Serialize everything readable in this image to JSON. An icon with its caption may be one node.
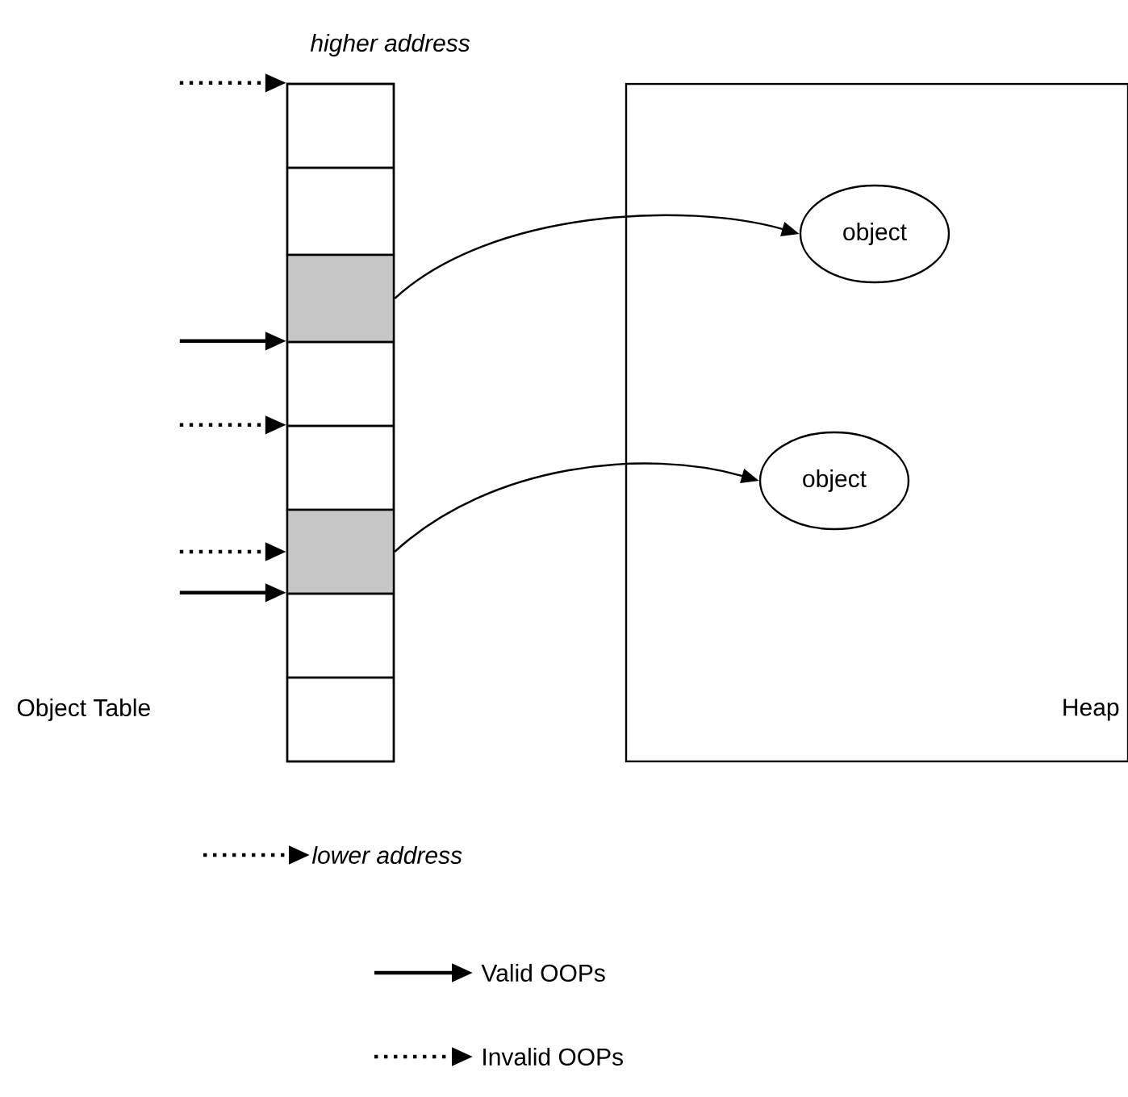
{
  "diagram": {
    "nodes": [
      {
        "text": [],
        "shape": "box"
      },
      {
        "text": [],
        "shape": "box",
        "in": 0
      },
      {
        "text": [],
        "shape": "box",
        "in": 0
      },
      {
        "text": [],
        "shape": "box",
        "in": 0
      },
      {
        "text": [],
        "shape": "box",
        "in": 0
      },
      {
        "text": [],
        "shape": "box",
        "in": 0
      },
      {
        "text": [],
        "shape": "box",
        "in": 0
      },
      {
        "text": [],
        "shape": "box",
        "in": 0
      },
      {
        "text": [],
        "shape": "box",
        "in": 0
      },
      {
        "text": [
          "Heap"
        ]
      },
      {
        "text": [
          "object"
        ],
        "in": 9
      },
      {
        "text": [
          "object"
        ],
        "in": 9
      },
      {
        "text": [
          "lower address"
        ]
      }
    ],
    "edges": [
      {
        "from": 3,
        "to": 10,
        "arrow": "to"
      },
      {
        "from": 6,
        "to": 11,
        "arrow": "to"
      },
      {
        "from": null,
        "to": 1,
        "arrow": "to",
        "style": "dashed"
      },
      {
        "from": null,
        "to": 4,
        "arrow": "to"
      },
      {
        "from": null,
        "to": 5,
        "arrow": "to",
        "style": "dashed"
      },
      {
        "from": null,
        "to": 6,
        "arrow": "to",
        "style": "dashed"
      },
      {
        "from": null,
        "to": 7,
        "arrow": "to"
      },
      {
        "from": null,
        "to": 12,
        "arrow": "to",
        "style": "dashed"
      }
    ],
    "labels": [
      "higher address",
      "Object Table"
    ],
    "legend": [
      {
        "text": "Valid OOPs"
      },
      {
        "text": "Invalid OOPs"
      }
    ]
  }
}
